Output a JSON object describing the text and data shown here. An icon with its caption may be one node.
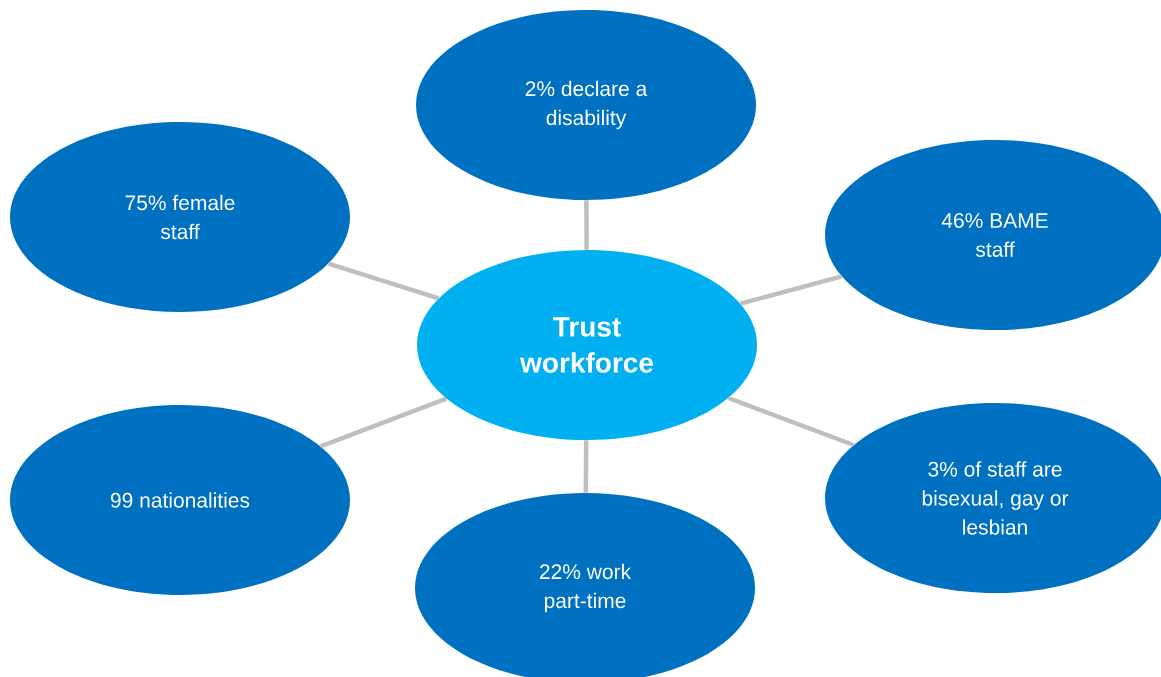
{
  "diagram": {
    "nodes": [
      {
        "text": [
          "2% declare a disability"
        ]
      },
      {
        "text": [
          "75% female staff"
        ]
      },
      {
        "text": [
          "46% BAME staff"
        ]
      },
      {
        "text": [
          "Trust workforce"
        ]
      },
      {
        "text": [
          "3% of staff are bisexual, gay or lesbian"
        ]
      },
      {
        "text": [
          "99 nationalities"
        ]
      },
      {
        "text": [
          "22% work part-time"
        ]
      }
    ],
    "edges": [
      {
        "from": 3,
        "to": 0,
        "arrow": "none"
      },
      {
        "from": 3,
        "to": 1,
        "arrow": "none"
      },
      {
        "from": 3,
        "to": 2,
        "arrow": "none"
      },
      {
        "from": 3,
        "to": 4,
        "arrow": "none"
      },
      {
        "from": 3,
        "to": 5,
        "arrow": "none"
      },
      {
        "from": 3,
        "to": 6,
        "arrow": "none"
      }
    ]
  }
}
